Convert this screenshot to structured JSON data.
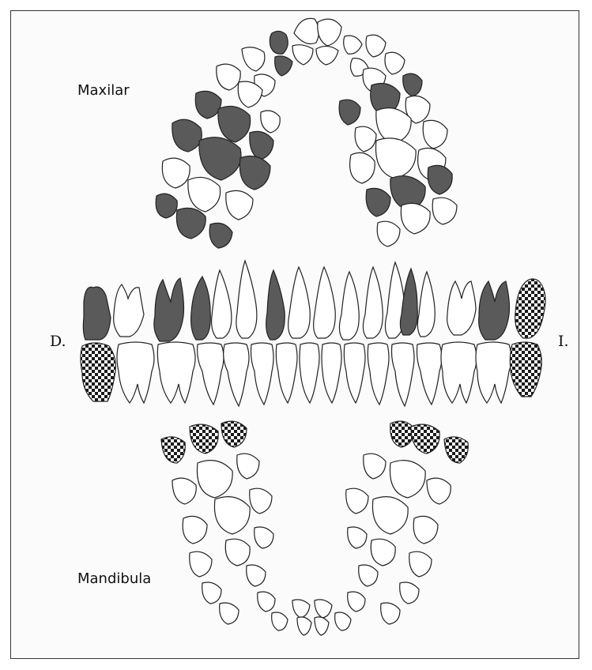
{
  "labels": {
    "maxilar": "Maxilar",
    "mandibula": "Mandibula",
    "left_side": "D.",
    "right_side": "I."
  },
  "colors": {
    "shaded_tooth": "#5a5a5a",
    "outline": "#222222",
    "checker_dark": "#1a1a1a",
    "checker_light": "#ffffff"
  }
}
